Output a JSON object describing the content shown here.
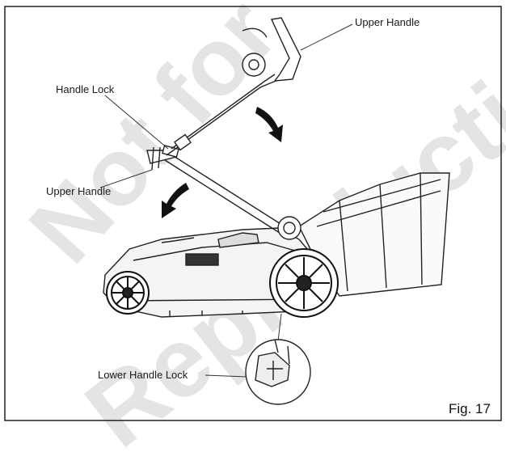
{
  "watermark": {
    "line1": "Not for",
    "line2": "Reproduction"
  },
  "callouts": {
    "upper_handle_top": "Upper Handle",
    "handle_lock": "Handle Lock",
    "upper_handle_left": "Upper Handle",
    "lower_handle_lock": "Lower Handle Lock"
  },
  "figure_label": "Fig. 17"
}
